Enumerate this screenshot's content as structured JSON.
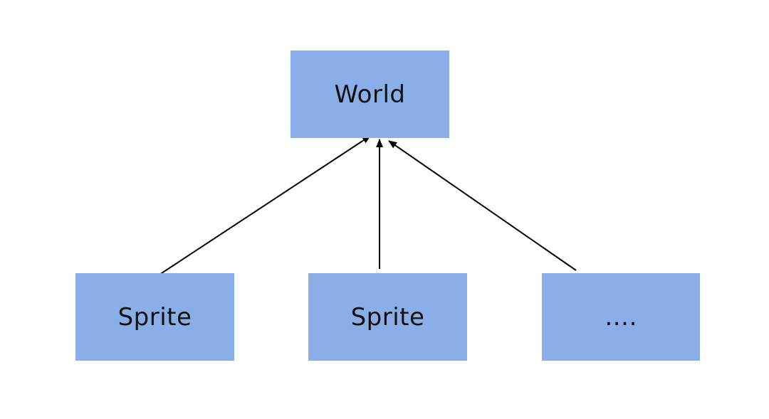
{
  "colors": {
    "node_fill": "#8aaee8",
    "edge": "#000000",
    "text": "#111111"
  },
  "nodes": {
    "world": {
      "label": "World"
    },
    "sprite_1": {
      "label": "Sprite"
    },
    "sprite_2": {
      "label": "Sprite"
    },
    "more": {
      "label": "…."
    }
  },
  "edges": [
    {
      "from": "sprite_1",
      "to": "world",
      "arrow": "end"
    },
    {
      "from": "sprite_2",
      "to": "world",
      "arrow": "end"
    },
    {
      "from": "more",
      "to": "world",
      "arrow": "end"
    }
  ]
}
